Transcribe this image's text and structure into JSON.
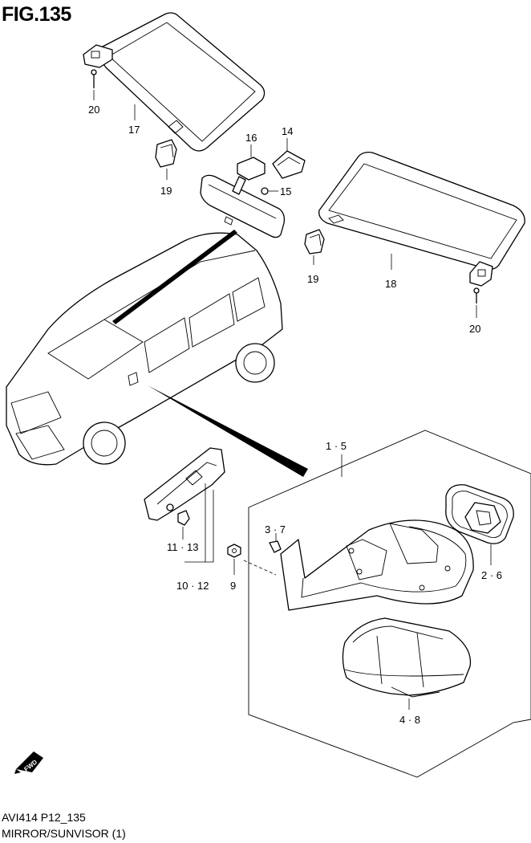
{
  "figure": {
    "title": "FIG.135",
    "code": "AVI414 P12_135",
    "description": "MIRROR/SUNVISOR (1)"
  },
  "callouts": {
    "c20a": "20",
    "c17": "17",
    "c19a": "19",
    "c16": "16",
    "c14": "14",
    "c15": "15",
    "c19b": "19",
    "c18": "18",
    "c20b": "20",
    "c1_5": "1 · 5",
    "c3_7": "3 · 7",
    "c2_6": "2 · 6",
    "c11_13": "11 · 13",
    "c10_12": "10 · 12",
    "c9": "9",
    "c4_8": "4 · 8"
  },
  "direction_badge": "FWD"
}
